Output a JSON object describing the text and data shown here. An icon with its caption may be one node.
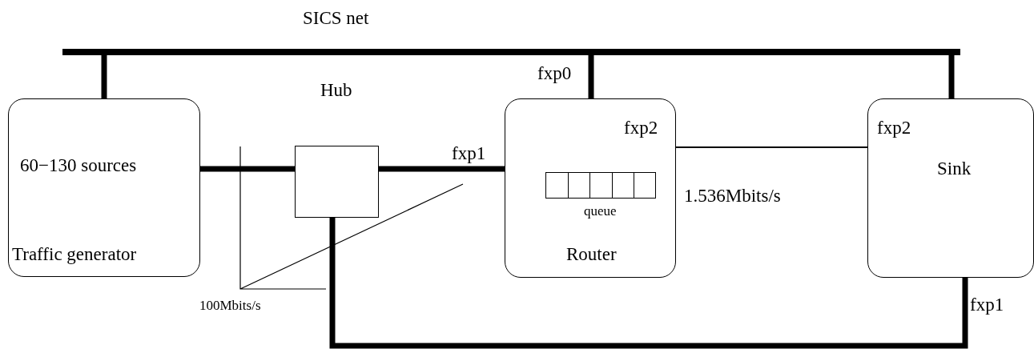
{
  "diagram": {
    "nodes": [
      {
        "text": [
          "SICS net"
        ]
      },
      {
        "text": [
          "60−130 sources",
          "Traffic generator"
        ]
      },
      {
        "text": [
          "Hub"
        ]
      },
      {
        "text": [
          "fxp2",
          "Router"
        ]
      },
      {
        "text": [
          "queue"
        ],
        "in": 3
      },
      {
        "text": [
          "fxp2",
          "Sink"
        ]
      }
    ],
    "edges": [
      {
        "from": 0,
        "to": 1,
        "arrow": "none"
      },
      {
        "from": 0,
        "to": 3,
        "arrow": "none",
        "label": "fxp0"
      },
      {
        "from": 0,
        "to": 5,
        "arrow": "none"
      },
      {
        "from": 1,
        "to": 2,
        "arrow": "none"
      },
      {
        "from": 2,
        "to": 3,
        "arrow": "none",
        "label": "fxp1"
      },
      {
        "from": 3,
        "to": 5,
        "arrow": "none",
        "label": "1.536Mbits/s"
      },
      {
        "from": 2,
        "to": 5,
        "arrow": "none",
        "label": "fxp1"
      }
    ],
    "labels": [
      "100Mbits/s"
    ]
  }
}
